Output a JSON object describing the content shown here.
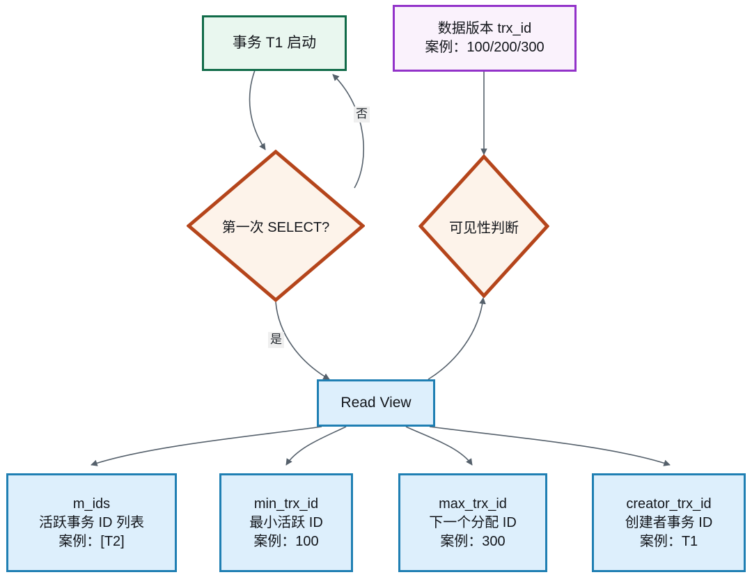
{
  "diagram": {
    "title": "MVCC Read View flow",
    "background": "#ffffff",
    "colors": {
      "green_border": "#106b48",
      "green_fill": "#e9f7ef",
      "purple_border": "#9232c9",
      "purple_fill": "#faf2fc",
      "diamond_border": "#b5451b",
      "diamond_fill": "#fdf3ea",
      "blue_border": "#1f7fb3",
      "blue_fill": "#ddeffc",
      "edge_stroke": "#55606b",
      "edge_label_bg": "#efefef"
    }
  },
  "nodes": {
    "transaction_start": {
      "label": "事务 T1 启动"
    },
    "data_version": {
      "line1": "数据版本 trx_id",
      "line2": "案例：100/200/300"
    },
    "first_select": {
      "label": "第一次 SELECT?"
    },
    "visibility_check": {
      "label": "可见性判断"
    },
    "read_view": {
      "label": "Read View"
    },
    "m_ids": {
      "line1": "m_ids",
      "line2": "活跃事务 ID 列表",
      "line3": "案例：[T2]"
    },
    "min_trx_id": {
      "line1": "min_trx_id",
      "line2": "最小活跃 ID",
      "line3": "案例：100"
    },
    "max_trx_id": {
      "line1": "max_trx_id",
      "line2": "下一个分配 ID",
      "line3": "案例：300"
    },
    "creator_trx_id": {
      "line1": "creator_trx_id",
      "line2": "创建者事务 ID",
      "line3": "案例：T1"
    }
  },
  "edge_labels": {
    "no": "否",
    "yes": "是"
  }
}
